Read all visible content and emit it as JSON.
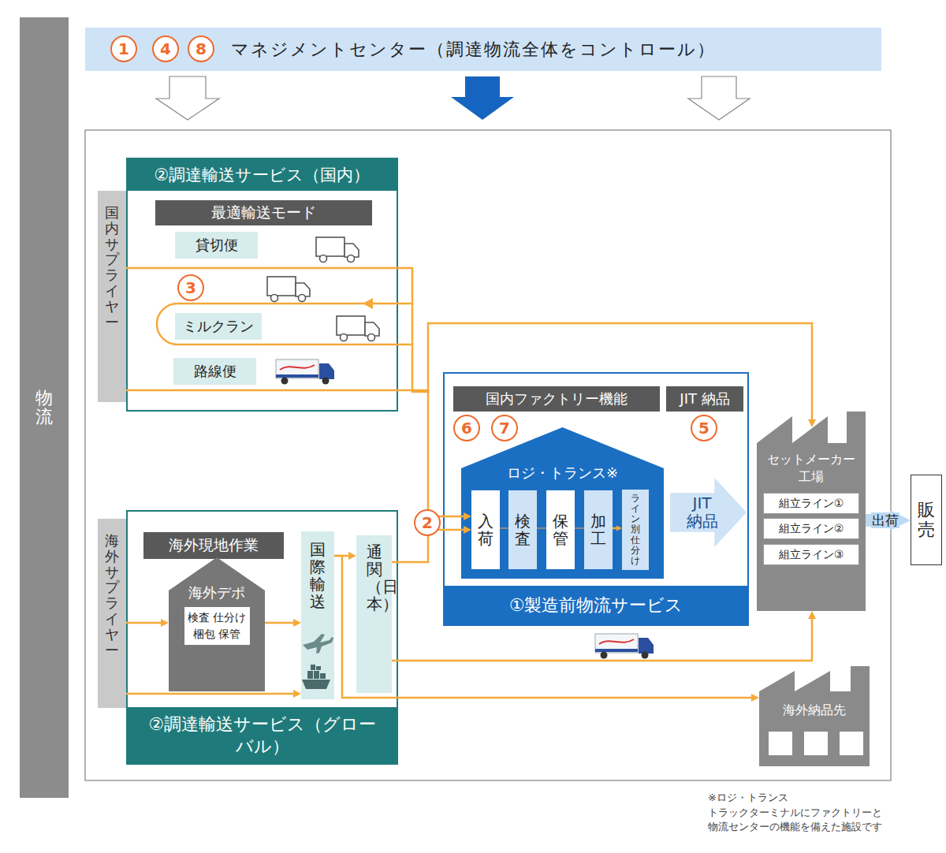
{
  "diagram": {
    "nodes": [
      {
        "text": [
          "物流"
        ]
      },
      {
        "text": [
          "マネジメントセンター（調達物流全体をコントロール）"
        ]
      },
      {
        "text": [
          "②調達輸送サービス（国内）"
        ]
      },
      {
        "text": [
          "国内サプライヤー"
        ]
      },
      {
        "text": [
          "最適輸送モード"
        ],
        "in": 2
      },
      {
        "text": [
          "貸切便"
        ],
        "in": 2
      },
      {
        "text": [
          "ミルクラン"
        ],
        "in": 2
      },
      {
        "text": [
          "路線便"
        ],
        "in": 2
      },
      {
        "text": [
          "①製造前物流サービス"
        ]
      },
      {
        "text": [
          "国内ファクトリー機能"
        ],
        "in": 8
      },
      {
        "text": [
          "JIT 納品"
        ],
        "in": 8
      },
      {
        "text": [
          "ロジ・トランス※"
        ],
        "in": 8
      },
      {
        "text": [
          "入荷"
        ],
        "in": 11
      },
      {
        "text": [
          "検査"
        ],
        "in": 11
      },
      {
        "text": [
          "保管"
        ],
        "in": 11
      },
      {
        "text": [
          "加工"
        ],
        "in": 11
      },
      {
        "text": [
          "ライン別 仕分け"
        ],
        "in": 11
      },
      {
        "text": [
          "JIT 納品"
        ],
        "in": 8
      },
      {
        "text": [
          "②調達輸送サービス（グローバル）"
        ]
      },
      {
        "text": [
          "海外サプライヤー"
        ]
      },
      {
        "text": [
          "海外現地作業"
        ],
        "in": 18
      },
      {
        "text": [
          "海外デポ",
          "検査 仕分け 梱包 保管"
        ],
        "in": 18
      },
      {
        "text": [
          "国際輸送"
        ],
        "in": 18
      },
      {
        "text": [
          "通関（日本）"
        ],
        "in": 18
      },
      {
        "text": [
          "セットメーカー 工場"
        ]
      },
      {
        "text": [
          "組立ライン①"
        ],
        "in": 24
      },
      {
        "text": [
          "組立ライン②"
        ],
        "in": 24
      },
      {
        "text": [
          "組立ライン③"
        ],
        "in": 24
      },
      {
        "text": [
          "販売"
        ]
      },
      {
        "text": [
          "海外納品先"
        ]
      }
    ],
    "edges": [
      {
        "from": 3,
        "to": 24,
        "arrow": "to"
      },
      {
        "from": 3,
        "to": 12,
        "arrow": "to"
      },
      {
        "from": 23,
        "to": 12,
        "arrow": "to"
      },
      {
        "from": 23,
        "to": 24,
        "arrow": "to"
      },
      {
        "from": 22,
        "to": 23,
        "arrow": "to"
      },
      {
        "from": 22,
        "to": 29,
        "arrow": "to"
      },
      {
        "from": 19,
        "to": 21,
        "arrow": "to"
      },
      {
        "from": 21,
        "to": 22,
        "arrow": "to"
      },
      {
        "from": 19,
        "to": 22,
        "arrow": "to"
      },
      {
        "from": 12,
        "to": 13,
        "arrow": "none"
      },
      {
        "from": 13,
        "to": 14,
        "arrow": "none"
      },
      {
        "from": 14,
        "to": 15,
        "arrow": "none"
      },
      {
        "from": 15,
        "to": 16,
        "arrow": "to"
      },
      {
        "from": 24,
        "to": 28,
        "label": "出荷",
        "arrow": "to"
      }
    ],
    "labels": [
      "1",
      "4",
      "8",
      "3",
      "6",
      "7",
      "5",
      "2",
      "※ロジ・トランス",
      "トラックターミナルにファクトリーと物流センターの機能を備えた施設です"
    ]
  }
}
